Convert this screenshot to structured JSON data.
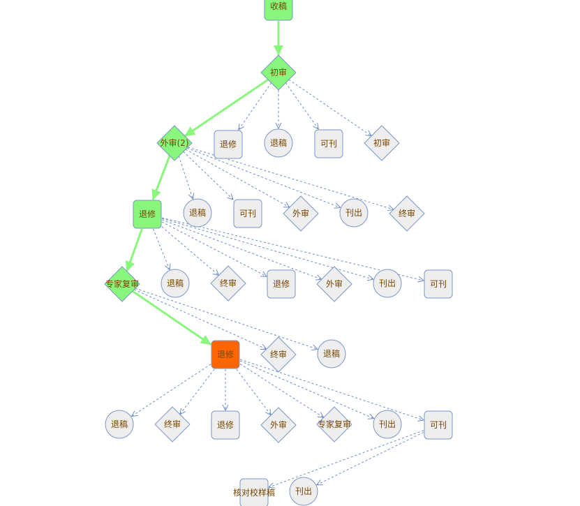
{
  "colors": {
    "node_fill": "#eeeeee",
    "node_stroke": "#7a97c8",
    "visited_fill": "#88f77c",
    "current_fill": "#ff6600",
    "path_edge": "#88f77c",
    "dashed_edge": "#6d8cc4",
    "label": "#774400"
  },
  "nodes": [
    {
      "id": "n0",
      "label": "收稿",
      "shape": "rect",
      "state": "visited"
    },
    {
      "id": "n1",
      "label": "初审",
      "shape": "diamond",
      "state": "visited"
    },
    {
      "id": "n2",
      "label": "外审(2)",
      "shape": "diamond",
      "state": "visited"
    },
    {
      "id": "n3",
      "label": "退修",
      "shape": "rect",
      "state": "normal"
    },
    {
      "id": "n4",
      "label": "退稿",
      "shape": "circle",
      "state": "normal"
    },
    {
      "id": "n5",
      "label": "可刊",
      "shape": "rect",
      "state": "normal"
    },
    {
      "id": "n6",
      "label": "初审",
      "shape": "diamond",
      "state": "normal"
    },
    {
      "id": "n7",
      "label": "退修",
      "shape": "rect",
      "state": "visited"
    },
    {
      "id": "n8",
      "label": "退稿",
      "shape": "circle",
      "state": "normal"
    },
    {
      "id": "n9",
      "label": "可刊",
      "shape": "rect",
      "state": "normal"
    },
    {
      "id": "n10",
      "label": "外审",
      "shape": "diamond",
      "state": "normal"
    },
    {
      "id": "n11",
      "label": "刊出",
      "shape": "circle",
      "state": "normal"
    },
    {
      "id": "n12",
      "label": "终审",
      "shape": "diamond",
      "state": "normal"
    },
    {
      "id": "n13",
      "label": "专家复审",
      "shape": "diamond",
      "state": "visited"
    },
    {
      "id": "n14",
      "label": "退稿",
      "shape": "circle",
      "state": "normal"
    },
    {
      "id": "n15",
      "label": "终审",
      "shape": "diamond",
      "state": "normal"
    },
    {
      "id": "n16",
      "label": "退修",
      "shape": "rect",
      "state": "normal"
    },
    {
      "id": "n17",
      "label": "外审",
      "shape": "diamond",
      "state": "normal"
    },
    {
      "id": "n18",
      "label": "刊出",
      "shape": "circle",
      "state": "normal"
    },
    {
      "id": "n19",
      "label": "可刊",
      "shape": "rect",
      "state": "normal"
    },
    {
      "id": "n20",
      "label": "退修",
      "shape": "rect",
      "state": "current"
    },
    {
      "id": "n21",
      "label": "终审",
      "shape": "diamond",
      "state": "normal"
    },
    {
      "id": "n22",
      "label": "退稿",
      "shape": "circle",
      "state": "normal"
    },
    {
      "id": "n23",
      "label": "退稿",
      "shape": "circle",
      "state": "normal"
    },
    {
      "id": "n24",
      "label": "终审",
      "shape": "diamond",
      "state": "normal"
    },
    {
      "id": "n25",
      "label": "退修",
      "shape": "rect",
      "state": "normal"
    },
    {
      "id": "n26",
      "label": "外审",
      "shape": "diamond",
      "state": "normal"
    },
    {
      "id": "n27",
      "label": "专家复审",
      "shape": "diamond",
      "state": "normal"
    },
    {
      "id": "n28",
      "label": "刊出",
      "shape": "circle",
      "state": "normal"
    },
    {
      "id": "n29",
      "label": "可刊",
      "shape": "rect",
      "state": "normal"
    },
    {
      "id": "n30",
      "label": "核对校样稿",
      "shape": "rect",
      "state": "normal"
    },
    {
      "id": "n31",
      "label": "刊出",
      "shape": "circle",
      "state": "normal"
    }
  ],
  "edges": [
    {
      "from": "n0",
      "to": "n1",
      "type": "path"
    },
    {
      "from": "n1",
      "to": "n2",
      "type": "path"
    },
    {
      "from": "n1",
      "to": "n3",
      "type": "option"
    },
    {
      "from": "n1",
      "to": "n4",
      "type": "option"
    },
    {
      "from": "n1",
      "to": "n5",
      "type": "option"
    },
    {
      "from": "n1",
      "to": "n6",
      "type": "option"
    },
    {
      "from": "n2",
      "to": "n7",
      "type": "path"
    },
    {
      "from": "n2",
      "to": "n8",
      "type": "option"
    },
    {
      "from": "n2",
      "to": "n9",
      "type": "option"
    },
    {
      "from": "n2",
      "to": "n10",
      "type": "option"
    },
    {
      "from": "n2",
      "to": "n11",
      "type": "option"
    },
    {
      "from": "n2",
      "to": "n12",
      "type": "option"
    },
    {
      "from": "n7",
      "to": "n13",
      "type": "path"
    },
    {
      "from": "n7",
      "to": "n14",
      "type": "option"
    },
    {
      "from": "n7",
      "to": "n15",
      "type": "option"
    },
    {
      "from": "n7",
      "to": "n16",
      "type": "option"
    },
    {
      "from": "n7",
      "to": "n17",
      "type": "option"
    },
    {
      "from": "n7",
      "to": "n18",
      "type": "option"
    },
    {
      "from": "n7",
      "to": "n19",
      "type": "option"
    },
    {
      "from": "n13",
      "to": "n20",
      "type": "path"
    },
    {
      "from": "n13",
      "to": "n21",
      "type": "option"
    },
    {
      "from": "n13",
      "to": "n22",
      "type": "option"
    },
    {
      "from": "n20",
      "to": "n23",
      "type": "option"
    },
    {
      "from": "n20",
      "to": "n24",
      "type": "option"
    },
    {
      "from": "n20",
      "to": "n25",
      "type": "option"
    },
    {
      "from": "n20",
      "to": "n26",
      "type": "option"
    },
    {
      "from": "n20",
      "to": "n27",
      "type": "option"
    },
    {
      "from": "n20",
      "to": "n28",
      "type": "option"
    },
    {
      "from": "n20",
      "to": "n29",
      "type": "option"
    },
    {
      "from": "n29",
      "to": "n30",
      "type": "option"
    },
    {
      "from": "n29",
      "to": "n31",
      "type": "option"
    }
  ]
}
